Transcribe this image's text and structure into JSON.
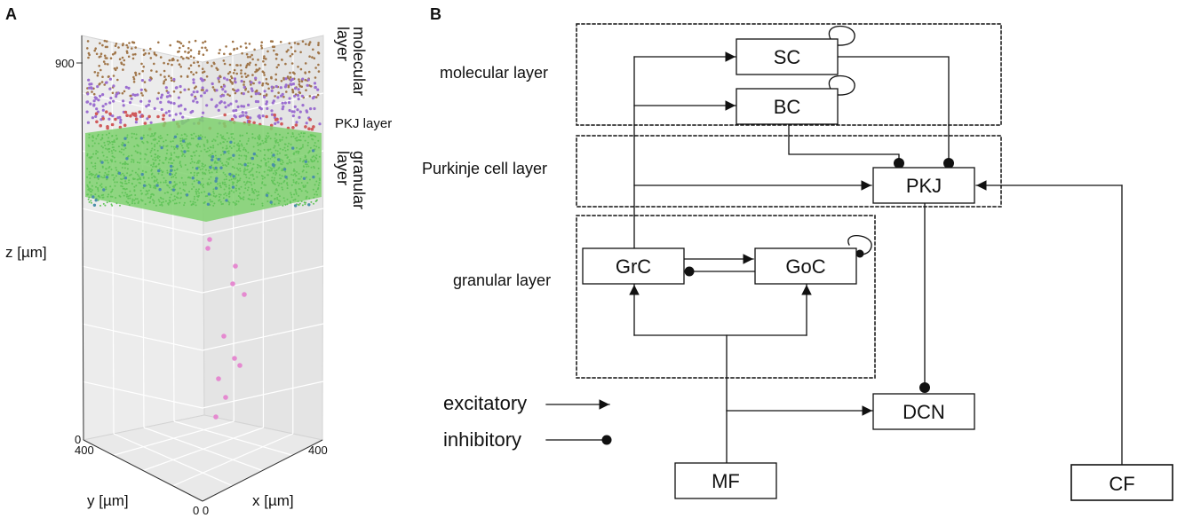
{
  "panelA": {
    "label": "A",
    "ticks": {
      "z_top": "900",
      "z_bottom": "0",
      "y_max": "400",
      "x_max": "400",
      "origin": "0 0"
    },
    "axis_labels": {
      "z": "z [µm]",
      "y": "y [µm]",
      "x": "x [µm]"
    },
    "layer_labels": {
      "molecular": [
        "molecular",
        "layer"
      ],
      "pkj": "PKJ layer",
      "granular": [
        "granular",
        "layer"
      ]
    },
    "colors": {
      "molecular_dots": "#a0764a",
      "bc_sc_dots": "#9b6fd0",
      "pkj_dots": "#d05a5a",
      "granular_dots": "#62c45a",
      "golgi_dots": "#4a8fa8",
      "mf_dots": "#e58ad0",
      "pane": "#ececec",
      "grid": "#ffffff"
    }
  },
  "panelB": {
    "label": "B",
    "regions": {
      "molecular": "molecular layer",
      "purkinje": "Purkinje cell layer",
      "granular": "granular layer"
    },
    "nodes": {
      "sc": "SC",
      "bc": "BC",
      "pkj": "PKJ",
      "grc": "GrC",
      "goc": "GoC",
      "dcn": "DCN",
      "mf": "MF",
      "cf": "CF"
    },
    "legend": {
      "excitatory": "excitatory",
      "inhibitory": "inhibitory"
    }
  }
}
